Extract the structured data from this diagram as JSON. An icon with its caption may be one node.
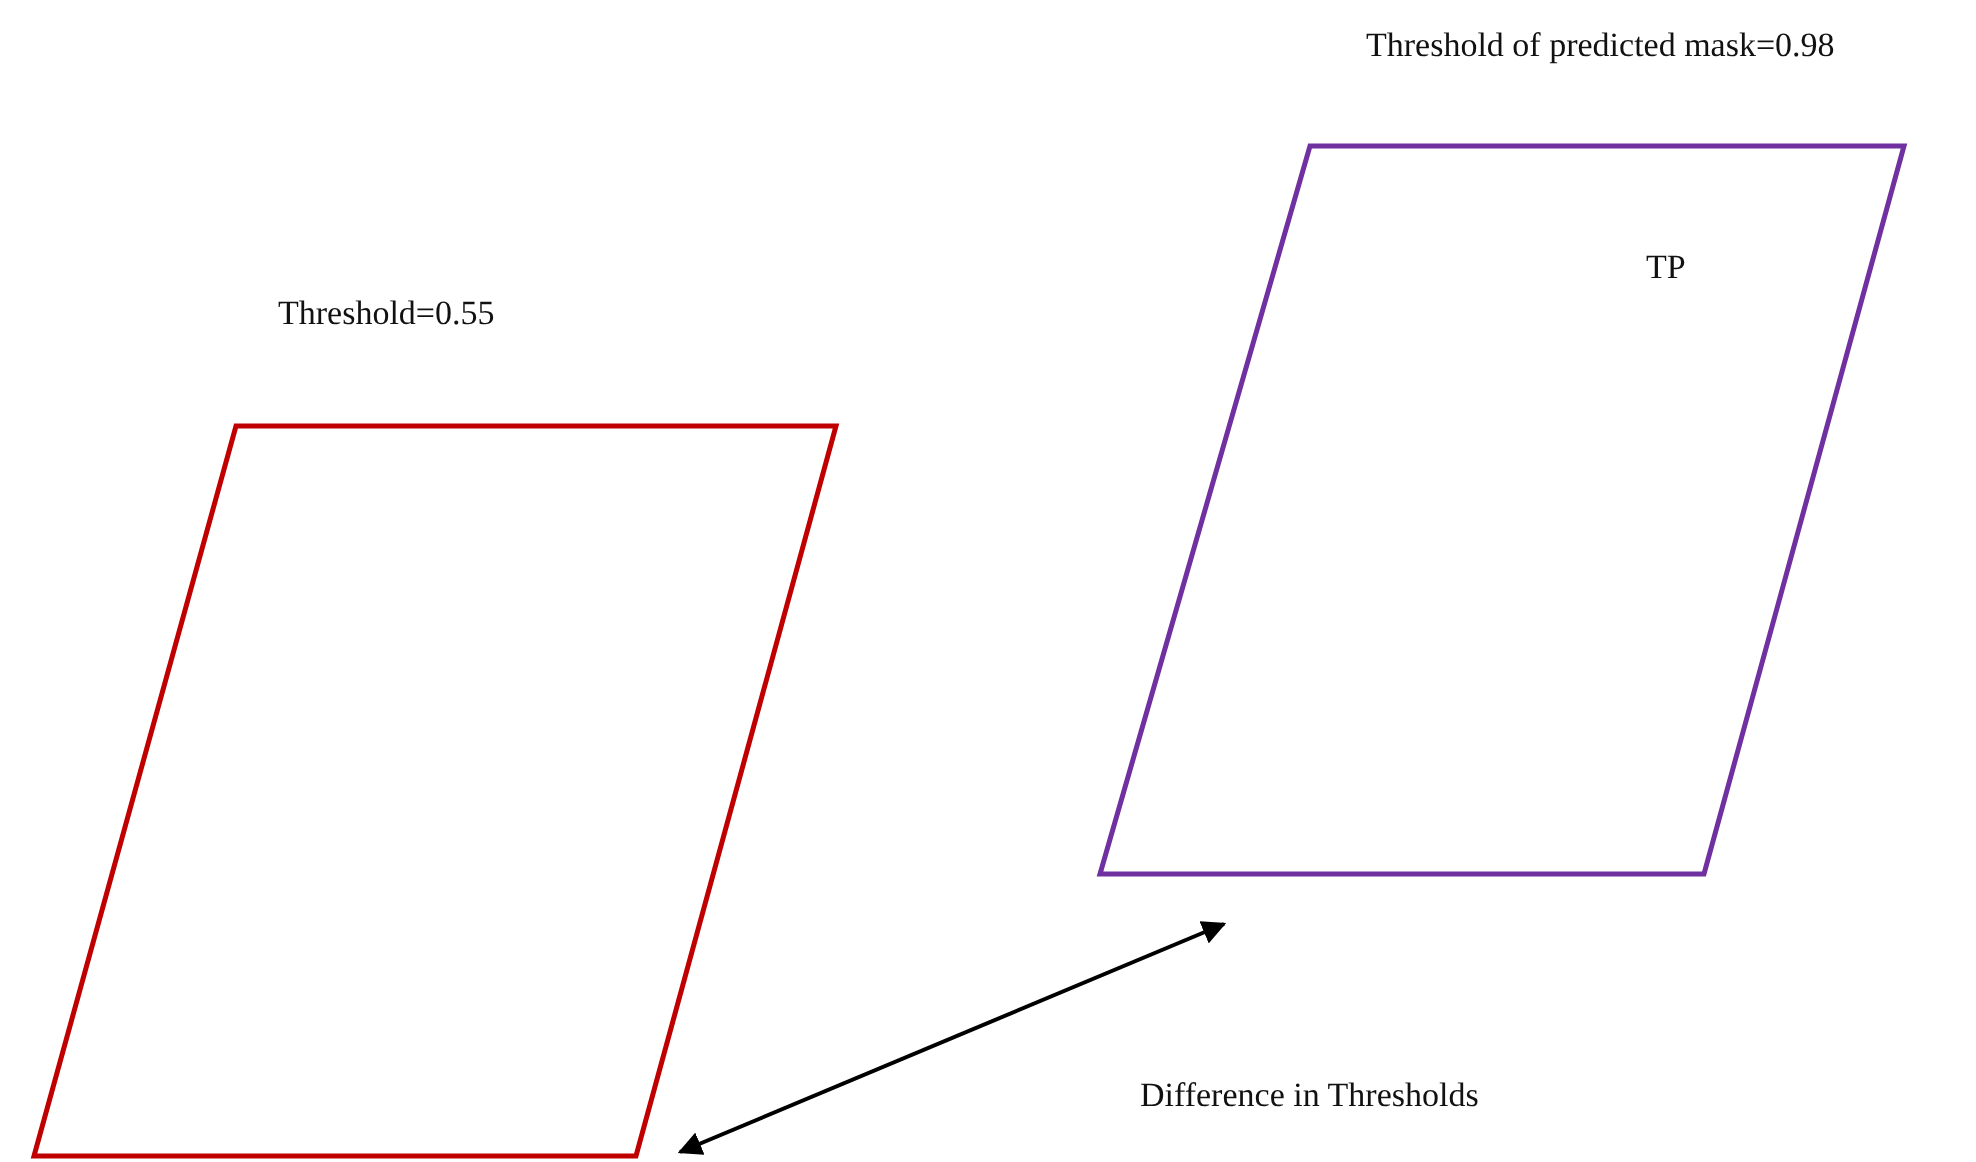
{
  "diagram": {
    "nodes": [
      {
        "text": [
          "Threshold=0.55"
        ]
      },
      {
        "text": [
          "Threshold of predicted mask=0.98",
          "TP"
        ]
      }
    ],
    "edges": [
      {
        "from": 0,
        "to": 1,
        "arrow": "both"
      }
    ],
    "labels": [
      "Difference in Thresholds"
    ]
  }
}
